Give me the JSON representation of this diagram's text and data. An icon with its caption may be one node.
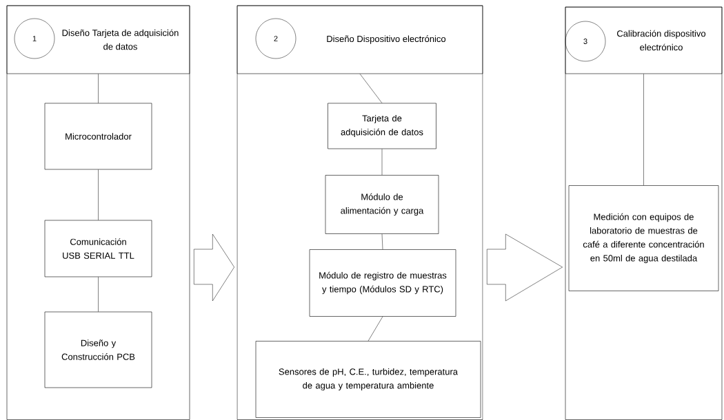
{
  "diagram": {
    "nodes": [
      {
        "text": [],
        "shape": "box"
      },
      {
        "text": [
          "Diseño Tarjeta de adquisición de datos"
        ],
        "in": 0
      },
      {
        "text": [
          "1"
        ],
        "in": 1
      },
      {
        "text": [
          "Microcontrolador"
        ],
        "in": 0
      },
      {
        "text": [
          "Comunicación USB SERIAL TTL"
        ],
        "in": 0
      },
      {
        "text": [
          "Diseño y Construcción PCB"
        ],
        "in": 0
      },
      {
        "text": [],
        "shape": "box"
      },
      {
        "text": [
          "Diseño Dispositivo electrónico"
        ],
        "in": 6
      },
      {
        "text": [
          "2"
        ],
        "in": 7
      },
      {
        "text": [
          "Tarjeta de adquisición de datos"
        ],
        "in": 6
      },
      {
        "text": [
          "Módulo de alimentación y carga"
        ],
        "in": 6
      },
      {
        "text": [
          "Módulo de registro de muestras y tiempo (Módulos SD y RTC)"
        ],
        "in": 6
      },
      {
        "text": [
          "Sensores de pH, C.E., turbidez, temperatura de agua y temperatura ambiente"
        ],
        "in": 6
      },
      {
        "text": [],
        "shape": "box"
      },
      {
        "text": [
          "Calibración dispositivo electrónico"
        ],
        "in": 13
      },
      {
        "text": [
          "3"
        ],
        "in": 14
      },
      {
        "text": [
          "Medición con equipos de laboratorio de muestras de café a diferente concentración en 50ml de agua destilada"
        ],
        "in": 13
      }
    ],
    "edges": [
      {
        "from": 1,
        "to": 3,
        "arrow": "none"
      },
      {
        "from": 3,
        "to": 4,
        "arrow": "none"
      },
      {
        "from": 4,
        "to": 5,
        "arrow": "none"
      },
      {
        "from": 0,
        "to": 6,
        "arrow": "to"
      },
      {
        "from": 7,
        "to": 9,
        "arrow": "none"
      },
      {
        "from": 9,
        "to": 10,
        "arrow": "none"
      },
      {
        "from": 10,
        "to": 11,
        "arrow": "none"
      },
      {
        "from": 11,
        "to": 12,
        "arrow": "none"
      },
      {
        "from": 6,
        "to": 13,
        "arrow": "to"
      },
      {
        "from": 14,
        "to": 16,
        "arrow": "none"
      }
    ]
  }
}
